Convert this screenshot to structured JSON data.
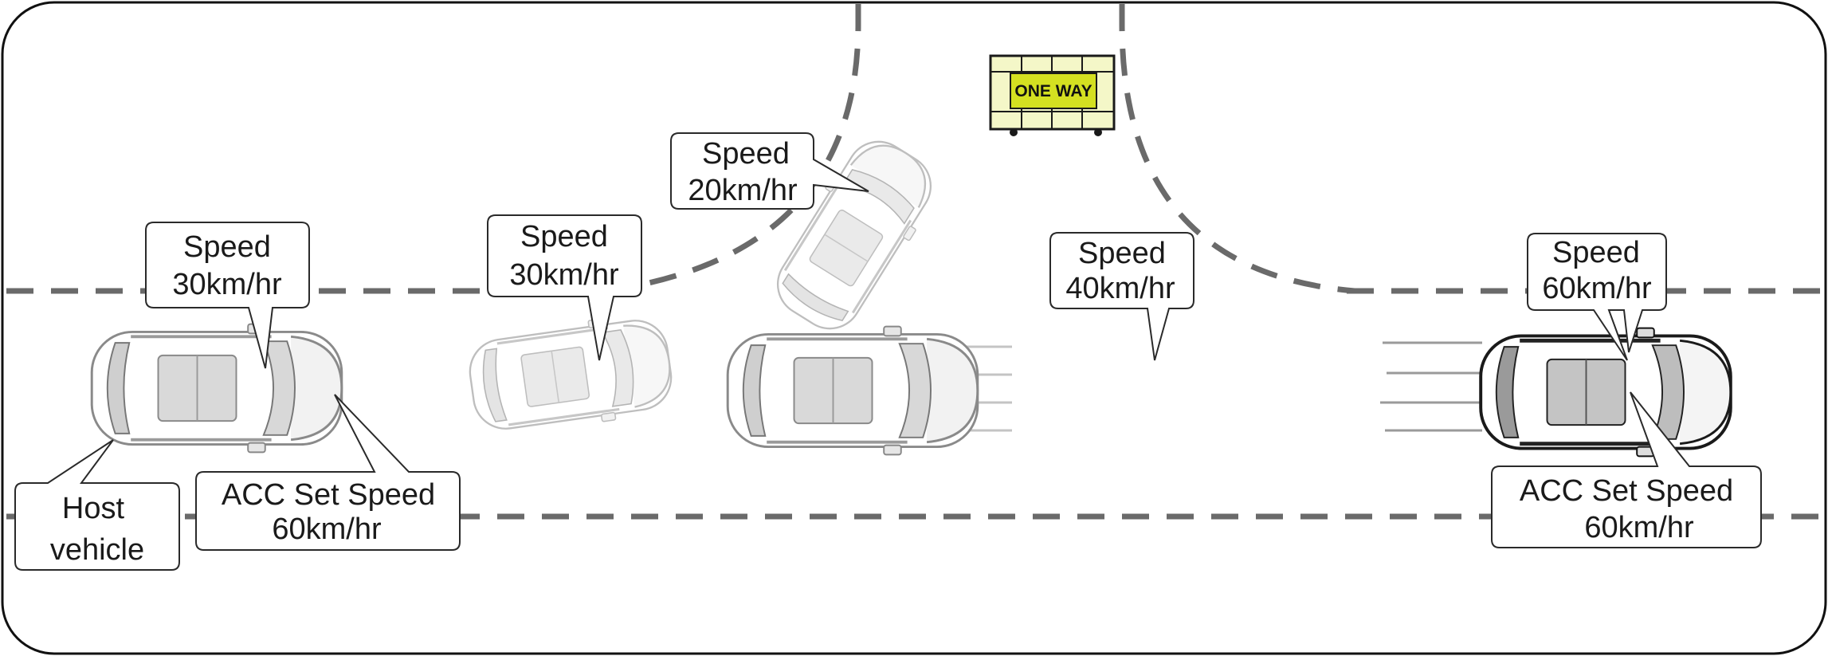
{
  "sign": {
    "text": "ONE WAY",
    "color": "#d4e021"
  },
  "labels": {
    "host_speed": [
      "Speed",
      "30km/hr"
    ],
    "host_name": [
      "Host",
      "vehicle"
    ],
    "host_acc": [
      "ACC Set Speed",
      "60km/hr"
    ],
    "turning1_speed": [
      "Speed",
      "30km/hr"
    ],
    "turning2_speed": [
      "Speed",
      "20km/hr"
    ],
    "target_speed": [
      "Speed",
      "40km/hr"
    ],
    "final_speed": [
      "Speed",
      "60km/hr"
    ],
    "final_acc": [
      "ACC Set Speed",
      "60km/hr"
    ]
  }
}
